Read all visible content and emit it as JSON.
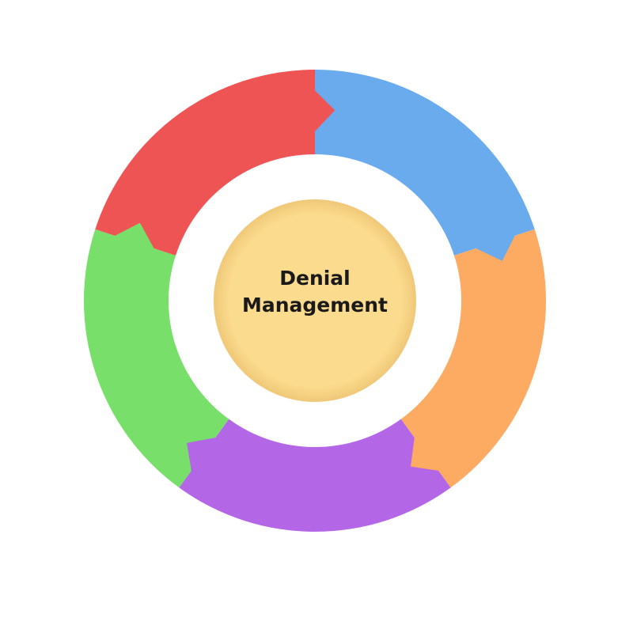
{
  "diagram": {
    "center_title_line1": "Denial",
    "center_title_line2": "Management",
    "center_color": "#FBDB8E",
    "segments": [
      {
        "name": "blue",
        "color": "#6AABEE"
      },
      {
        "name": "orange",
        "color": "#FDAA63"
      },
      {
        "name": "purple",
        "color": "#B366E6"
      },
      {
        "name": "green",
        "color": "#78E06A"
      },
      {
        "name": "red",
        "color": "#EF5455"
      }
    ]
  }
}
